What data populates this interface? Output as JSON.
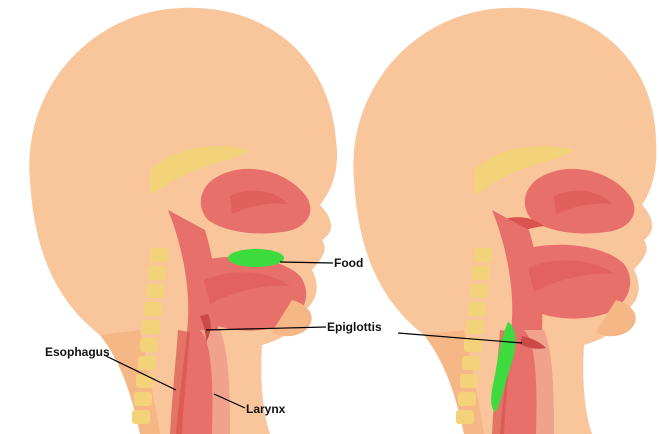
{
  "labels": {
    "food": "Food",
    "epiglottis": "Epiglottis",
    "esophagus": "Esophagus",
    "larynx": "Larynx"
  },
  "colors": {
    "skin": "#f9c59a",
    "skin_light": "#fbd3ad",
    "tissue": "#e8706a",
    "tissue_dark": "#d9534f",
    "bone": "#f3d27a",
    "food": "#3ddb3d",
    "label_text": "#111111",
    "line": "#000000",
    "background": "#ffffff"
  }
}
